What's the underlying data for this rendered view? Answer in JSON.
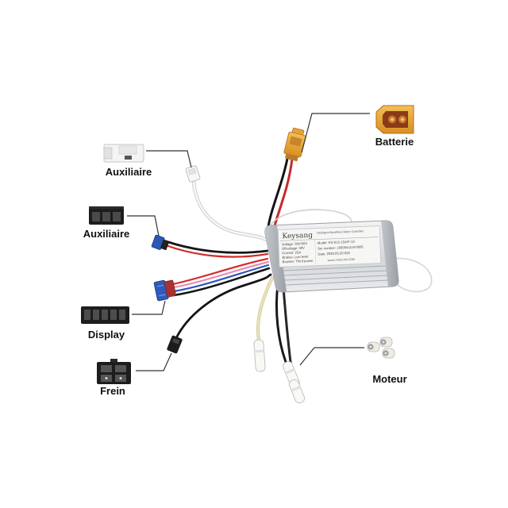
{
  "callouts": {
    "battery": "Batterie",
    "auxiliary_top": "Auxiliaire",
    "auxiliary_middle": "Auxiliaire",
    "display": "Display",
    "brake": "Frein",
    "motor": "Moteur"
  },
  "controller_label": {
    "brand": "Keysang",
    "subtitle": "Intelligent Brushless Motor Controller",
    "specs_left": [
      "Voltage: 36V/36V",
      "Offvoltage: 30V",
      "Current: 25A",
      "Brakes: Low level",
      "Booster: Third power"
    ],
    "specs_right": [
      "Model: KS-S12-15A/F-13",
      "Ser number: 1000041110-0665",
      "Date: 2020.03.20-026"
    ],
    "website": "www.LYSCLAN.COM"
  },
  "colors": {
    "background": "#ffffff",
    "callout_text": "#111111",
    "callout_line": "#333333",
    "battery_connector": "#e8a93a",
    "controller_housing": "#d8dbde"
  }
}
